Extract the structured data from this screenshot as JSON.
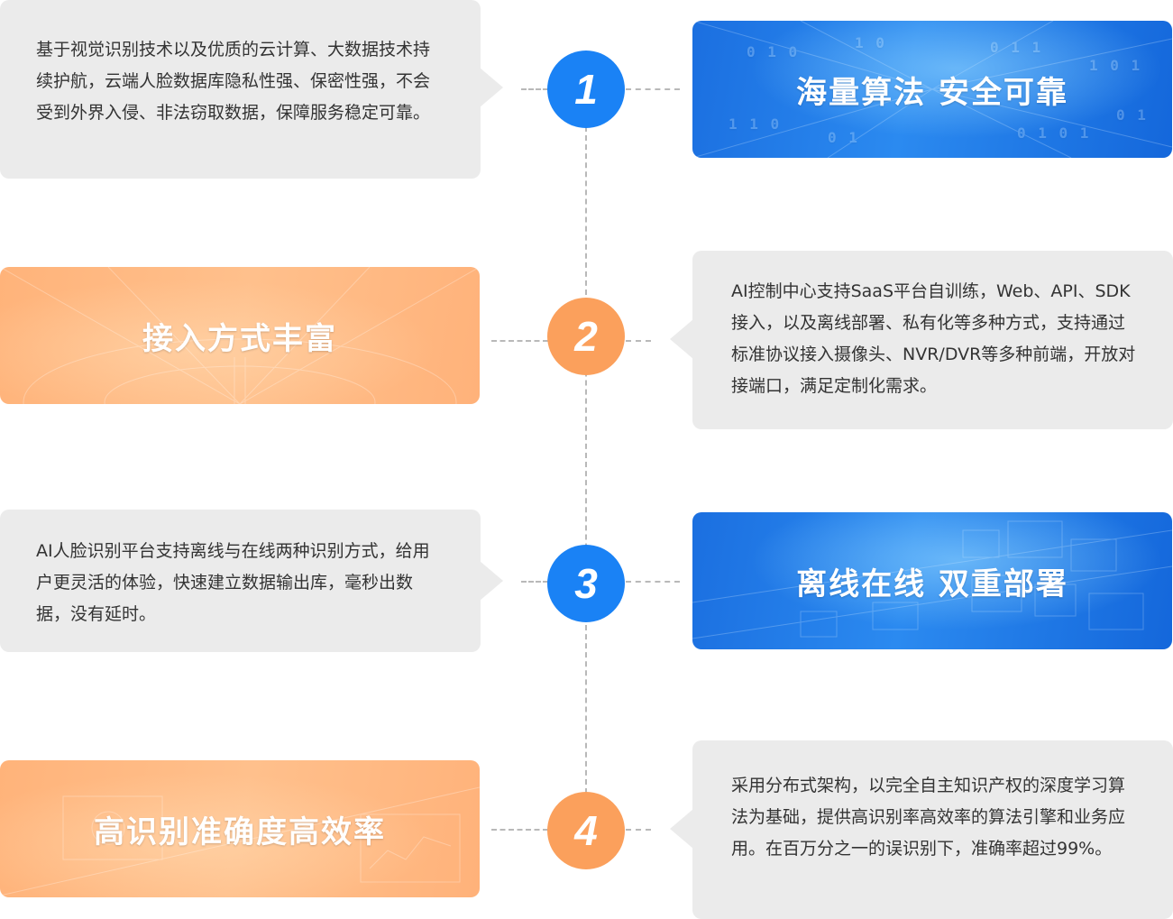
{
  "items": [
    {
      "number": "1",
      "title": "海量算法  安全可靠",
      "description": "基于视觉识别技术以及优质的云计算、大数据技术持续护航，云端人脸数据库隐私性强、保密性强，不会受到外界入侵、非法窃取数据，保障服务稳定可靠。",
      "color": "#1a82f5"
    },
    {
      "number": "2",
      "title": "接入方式丰富",
      "description": "AI控制中心支持SaaS平台自训练，Web、API、SDK接入，以及离线部署、私有化等多种方式，支持通过标准协议接入摄像头、NVR/DVR等多种前端，开放对接端口，满足定制化需求。",
      "color": "#fba05c"
    },
    {
      "number": "3",
      "title": "离线在线  双重部署",
      "description": "AI人脸识别平台支持离线与在线两种识别方式，给用户更灵活的体验，快速建立数据输出库，毫秒出数据，没有延时。",
      "color": "#1a82f5"
    },
    {
      "number": "4",
      "title": "高识别准确度高效率",
      "description": "采用分布式架构，以完全自主知识产权的深度学习算法为基础，提供高识别率高效率的算法引擎和业务应用。在百万分之一的误识别下，准确率超过99%。",
      "color": "#fba05c"
    }
  ]
}
